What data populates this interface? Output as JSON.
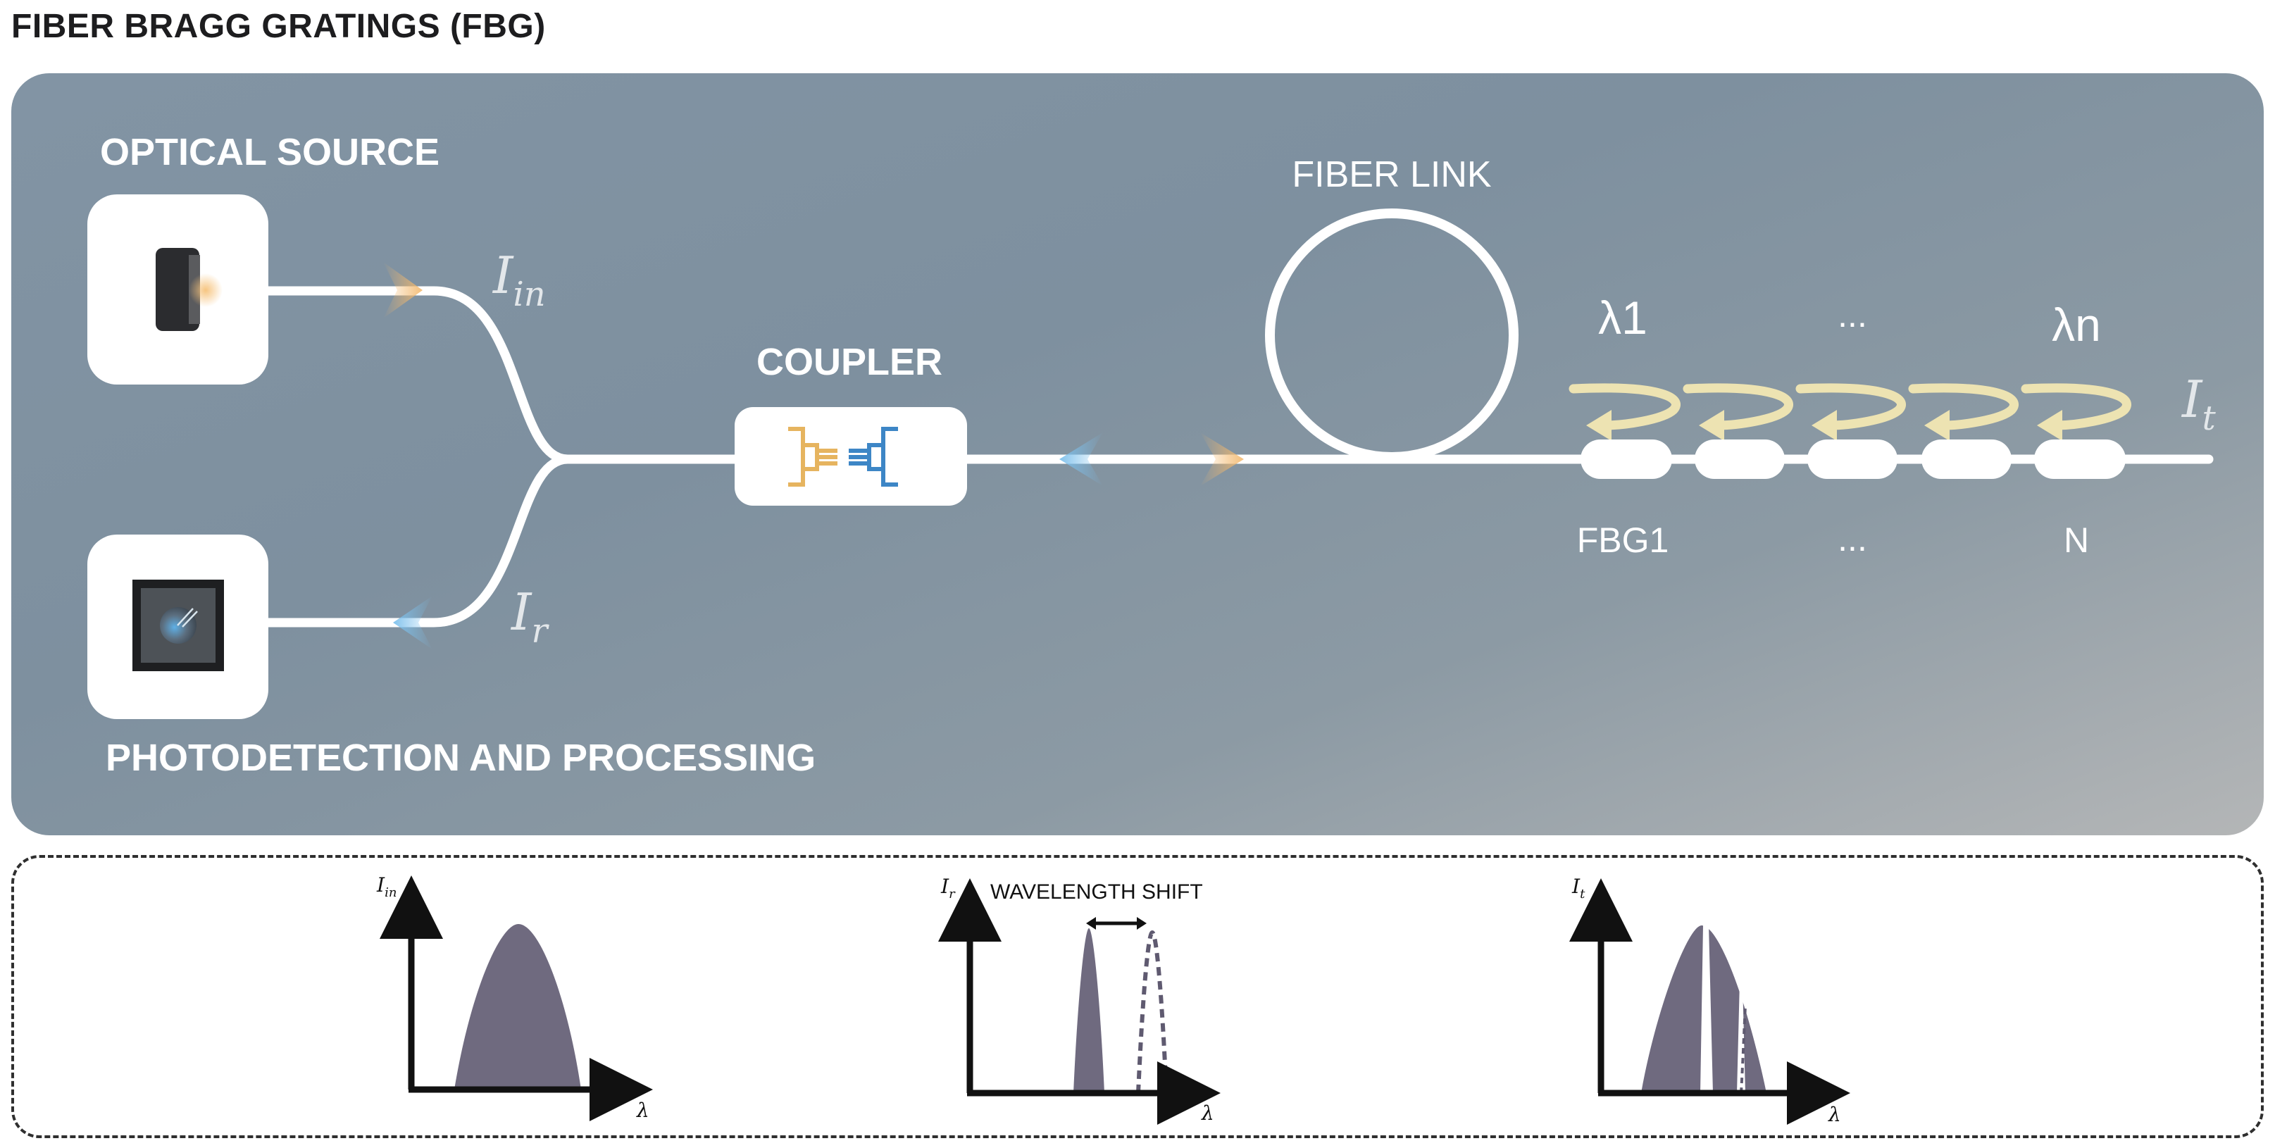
{
  "title": "FIBER BRAGG GRATINGS (FBG)",
  "blocks": {
    "optical_source": "OPTICAL SOURCE",
    "photodetection": "PHOTODETECTION AND PROCESSING",
    "coupler": "COUPLER",
    "fiber_link": "FIBER LINK"
  },
  "signals": {
    "input": {
      "base": "I",
      "sub": "in"
    },
    "reflected": {
      "base": "I",
      "sub": "r"
    },
    "transmitted": {
      "base": "I",
      "sub": "t"
    }
  },
  "gratings": {
    "wavelength_first": "λ1",
    "wavelength_ellipsis": "...",
    "wavelength_last": "λn",
    "label_first": "FBG1",
    "label_ellipsis": "...",
    "label_last": "N",
    "count_shown": 5
  },
  "spectra": {
    "x_axis_symbol": "λ",
    "input_axis": {
      "base": "I",
      "sub": "in"
    },
    "reflected_axis": {
      "base": "I",
      "sub": "r"
    },
    "transmitted_axis": {
      "base": "I",
      "sub": "t"
    },
    "shift_label": "WAVELENGTH SHIFT"
  },
  "colors": {
    "panel_gradient_start": "#8294a4",
    "panel_gradient_end": "#b4b6b7",
    "fiber": "#ffffff",
    "source_glow": "#f2b36b",
    "return_glow": "#6fb7e6",
    "reflection_arrow": "#ede3b2",
    "spectrum_fill": "#6f6a7f",
    "coupler_orange": "#e6b45f",
    "coupler_blue": "#3d86c6"
  }
}
